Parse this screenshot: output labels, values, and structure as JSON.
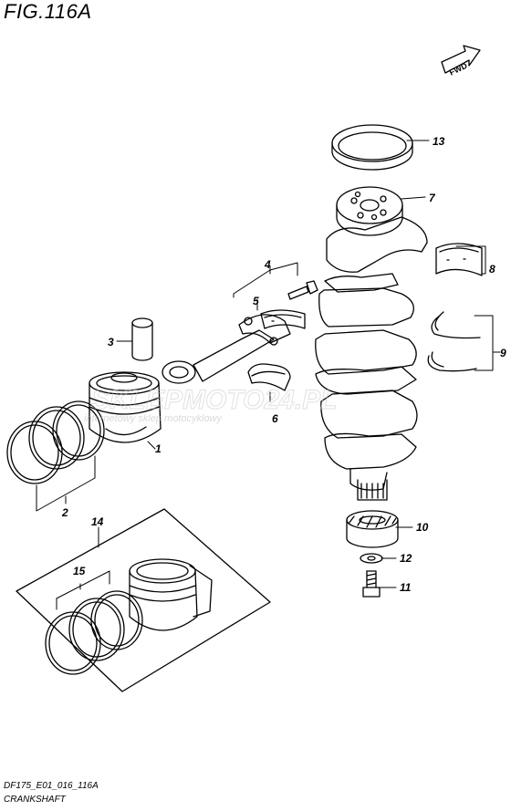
{
  "figure": {
    "title": "FIG.116A",
    "footer_code": "DF175_E01_016_116A",
    "footer_name": "CRANKSHAFT"
  },
  "direction_badge": "FWD",
  "watermark": {
    "brand": "SKLEPMOTO24.PL",
    "tagline": "internetowy sklep motocyklowy"
  },
  "callouts": [
    "1",
    "2",
    "3",
    "4",
    "5",
    "6",
    "7",
    "8",
    "9",
    "10",
    "11",
    "12",
    "13",
    "14",
    "15"
  ],
  "icons": [
    "fwd-arrow-icon"
  ]
}
